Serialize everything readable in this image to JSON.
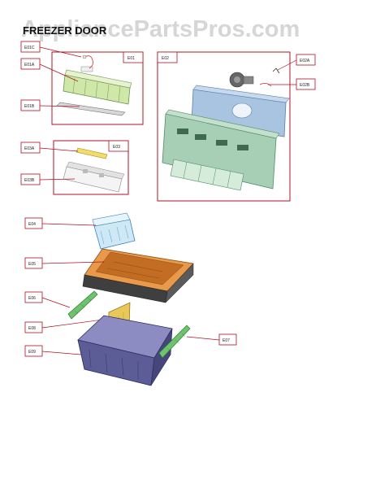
{
  "watermark": "AppliancePartsPros.com",
  "header": "FREEZER DOOR",
  "colors": {
    "frame": "#b01020",
    "line": "#b01020"
  },
  "labels": {
    "e01": "E01",
    "e01a": "E01A",
    "e01b": "E01B",
    "e01c": "E01C",
    "e02": "E02",
    "e02a": "E02A",
    "e02b": "E02B",
    "e03": "E03",
    "e03a": "E03A",
    "e03b": "E03B",
    "e04": "E04",
    "e05": "E05",
    "e06": "E06",
    "e07": "E07",
    "e08": "E08",
    "e09": "E09"
  }
}
